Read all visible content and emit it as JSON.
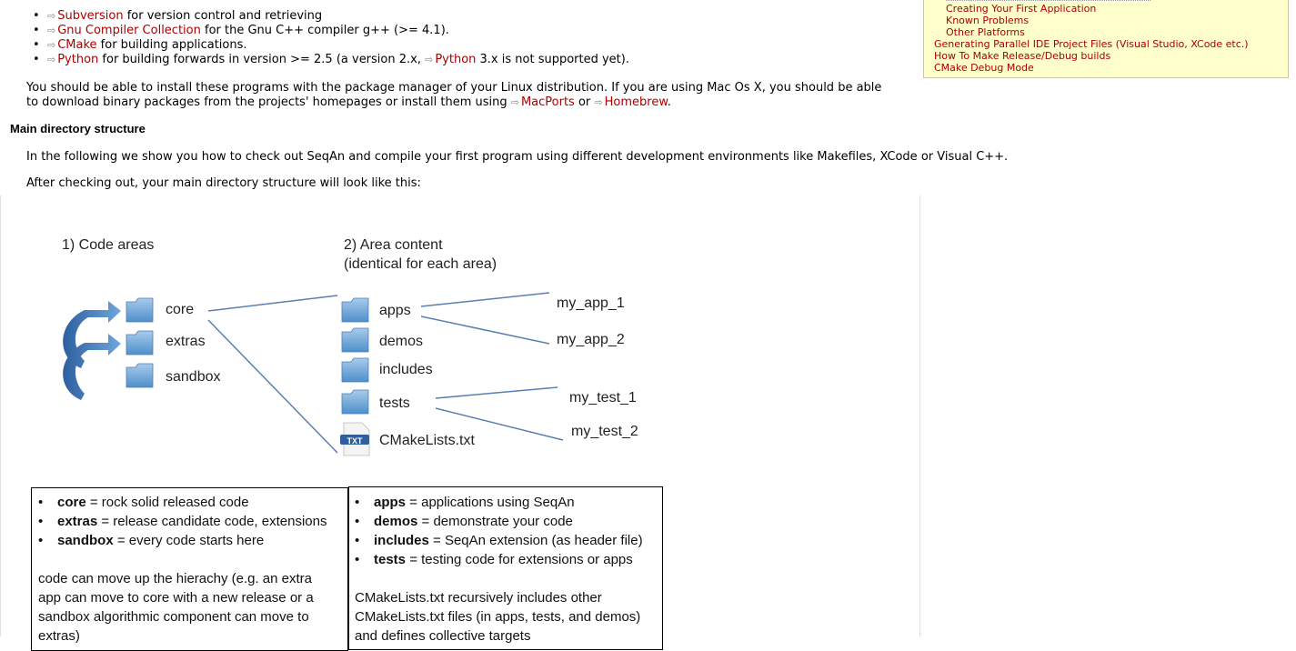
{
  "requirements": [
    {
      "link": "Subversion",
      "text": " for version control and retrieving"
    },
    {
      "link": "Gnu Compiler Collection",
      "text": " for the Gnu C++ compiler g++ (>= 4.1)."
    },
    {
      "link": "CMake",
      "text": " for building applications."
    },
    {
      "link": "Python",
      "text": " for building forwards in version >= 2.5 (a version 2.x, ",
      "link2": "Python",
      "text2": " 3.x is not supported yet)."
    }
  ],
  "ext_icon": "⇨",
  "install_para": {
    "p1": "You should be able to install these programs with the package manager of your Linux distribution. If you are using Mac Os X, you should be able",
    "p2": "to download binary packages from the projects' homepages or install them using ",
    "link1": "MacPorts",
    "mid": " or ",
    "link2": "Homebrew",
    "end": "."
  },
  "section_title": "Main directory structure",
  "intro": "In the following we show you how to check out SeqAn and compile your first program using different development environments like Makefiles, XCode or Visual C++.",
  "after_checkout": "After checking out, your main directory structure will look like this:",
  "toc": [
    "Creating Your First Application",
    "Known Problems",
    "Other Platforms",
    "Generating Parallel IDE Project Files (Visual Studio, XCode etc.)",
    "How To Make Release/Debug builds",
    "CMake Debug Mode"
  ],
  "figure": {
    "title1": "1) Code areas",
    "title2a": "2) Area content",
    "title2b": "(identical for each area)",
    "areas": [
      "core",
      "extras",
      "sandbox"
    ],
    "contents": [
      "apps",
      "demos",
      "includes",
      "tests"
    ],
    "cmake_file": "CMakeLists.txt",
    "txt_badge": "TXT",
    "apps": [
      "my_app_1",
      "my_app_2"
    ],
    "tests": [
      "my_test_1",
      "my_test_2"
    ],
    "left_box": {
      "items": [
        {
          "term": "core",
          "desc": " = rock solid released code"
        },
        {
          "term": "extras",
          "desc": " = release candidate code, extensions"
        },
        {
          "term": "sandbox",
          "desc": " = every code starts here"
        }
      ],
      "note": [
        "code can move up the hierachy (e.g. an extra",
        "app can move to core with a new release or a",
        "sandbox algorithmic component can move to",
        "extras)"
      ]
    },
    "right_box": {
      "items": [
        {
          "term": "apps",
          "desc": " = applications using SeqAn"
        },
        {
          "term": "demos",
          "desc": " = demonstrate your code"
        },
        {
          "term": "includes",
          "desc": " = SeqAn extension (as header file)"
        },
        {
          "term": "tests",
          "desc": " = testing code for extensions or apps"
        }
      ],
      "note": [
        "CMakeLists.txt recursively includes other",
        "CMakeLists.txt files (in apps, tests, and demos)",
        "and defines collective targets"
      ]
    }
  },
  "colors": {
    "link": "#aa0000",
    "toc_bg": "#ffffcc",
    "folder": "#6aa3d4",
    "arrow": "#3f7cc4",
    "line": "#5a80b0"
  }
}
